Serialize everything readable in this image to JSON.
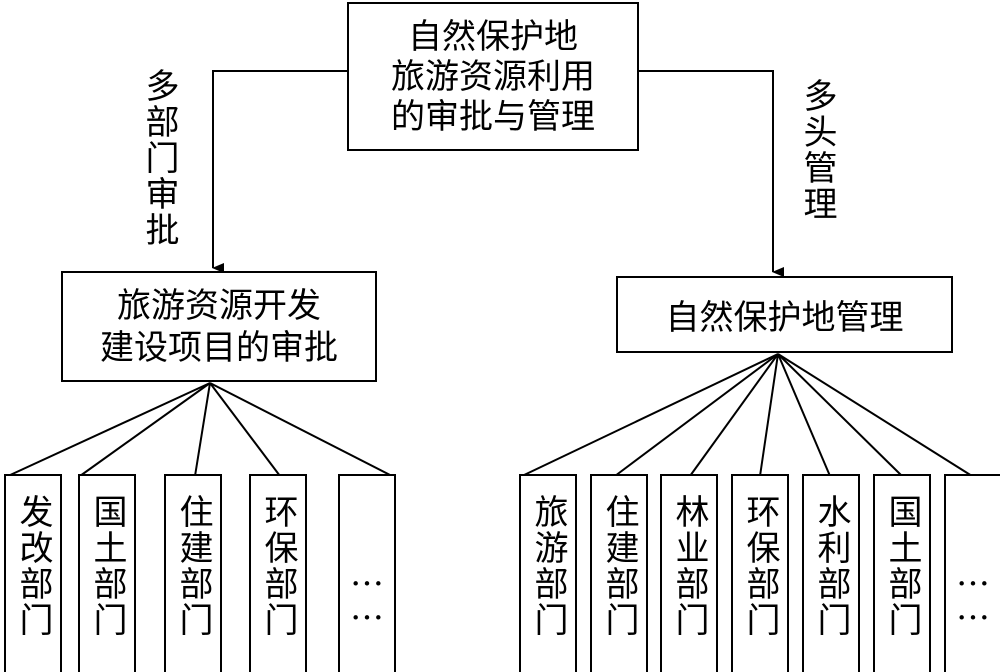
{
  "top_box": {
    "lines": [
      "自然保护地",
      "旅游资源利用",
      "的审批与管理"
    ]
  },
  "left_label": "多部门审批",
  "right_label": "多头管理",
  "left_box": {
    "lines": [
      "旅游资源开发",
      "建设项目的审批"
    ]
  },
  "right_box": {
    "label": "自然保护地管理"
  },
  "left_departments": [
    "发改部门",
    "国土部门",
    "住建部门",
    "环保部门",
    "……"
  ],
  "right_departments": [
    "旅游部门",
    "住建部门",
    "林业部门",
    "环保部门",
    "水利部门",
    "国土部门",
    "……"
  ]
}
